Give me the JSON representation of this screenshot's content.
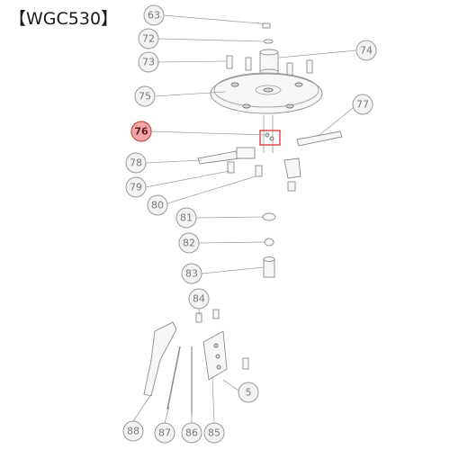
{
  "title": "【WGC530】",
  "highlight_color": "#f4a6a6",
  "box_color": "#e02020",
  "callouts": [
    {
      "id": "c63",
      "label": "63",
      "highlighted": false
    },
    {
      "id": "c72",
      "label": "72",
      "highlighted": false
    },
    {
      "id": "c73",
      "label": "73",
      "highlighted": false
    },
    {
      "id": "c74",
      "label": "74",
      "highlighted": false
    },
    {
      "id": "c75",
      "label": "75",
      "highlighted": false
    },
    {
      "id": "c76",
      "label": "76",
      "highlighted": true
    },
    {
      "id": "c77",
      "label": "77",
      "highlighted": false
    },
    {
      "id": "c78",
      "label": "78",
      "highlighted": false
    },
    {
      "id": "c79",
      "label": "79",
      "highlighted": false
    },
    {
      "id": "c80",
      "label": "80",
      "highlighted": false
    },
    {
      "id": "c81",
      "label": "81",
      "highlighted": false
    },
    {
      "id": "c82",
      "label": "82",
      "highlighted": false
    },
    {
      "id": "c83",
      "label": "83",
      "highlighted": false
    },
    {
      "id": "c84",
      "label": "84",
      "highlighted": false
    },
    {
      "id": "c5",
      "label": "5",
      "highlighted": false
    },
    {
      "id": "c88",
      "label": "88",
      "highlighted": false
    },
    {
      "id": "c87",
      "label": "87",
      "highlighted": false
    },
    {
      "id": "c86",
      "label": "86",
      "highlighted": false
    },
    {
      "id": "c85",
      "label": "85",
      "highlighted": false
    }
  ]
}
